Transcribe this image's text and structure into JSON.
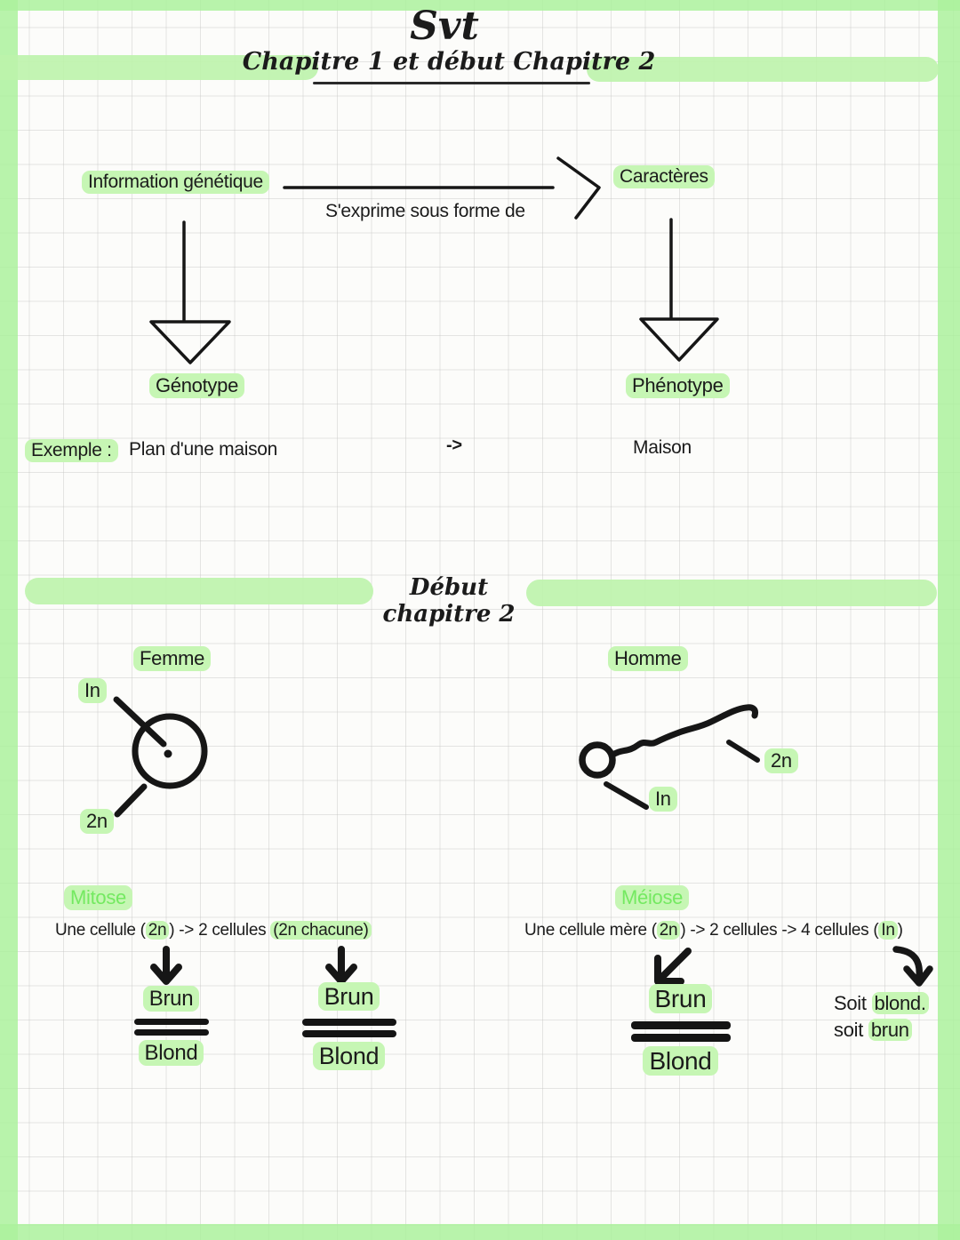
{
  "colors": {
    "highlight": "#c6f6b4",
    "edge_green": "#abf19c",
    "green_pen": "#74e961",
    "ink": "#1b1b1b"
  },
  "header": {
    "title": "Svt",
    "subtitle": "Chapitre 1 et début Chapitre 2"
  },
  "chapitre1": {
    "source": "Information génétique",
    "arrow_label": "S'exprime sous forme de",
    "target": "Caractères",
    "source_result": "Génotype",
    "target_result": "Phénotype",
    "exemple_label": "Exemple :",
    "exemple_source": "Plan d'une maison",
    "exemple_arrow": "->",
    "exemple_target": "Maison"
  },
  "chapitre2": {
    "header": "Début chapitre 2",
    "femme": {
      "label": "Femme",
      "gamete_label": "In",
      "cell_label": "2n"
    },
    "homme": {
      "label": "Homme",
      "cell_label": "2n",
      "gamete_label": "In"
    },
    "mitose": {
      "title": "Mitose",
      "line_p1": "Une cellule (",
      "line_p2": "2n",
      "line_p3": ") -> 2 cellules ",
      "line_p4": "(2n chacune)",
      "pair1": {
        "top": "Brun",
        "bottom": "Blond"
      },
      "pair2": {
        "top": "Brun",
        "bottom": "Blond"
      }
    },
    "meiose": {
      "title": "Méiose",
      "line_p1": "Une cellule mère (",
      "line_p2": "2n",
      "line_p3": ") -> 2 cellules -> 4 cellules (",
      "line_p4": "In",
      "line_p5": ")",
      "pair": {
        "top": "Brun",
        "bottom": "Blond"
      },
      "outcome_l1_pre": "Soit ",
      "outcome_l1_hl": "blond.",
      "outcome_l2_pre": "soit ",
      "outcome_l2_hl": "brun"
    }
  }
}
